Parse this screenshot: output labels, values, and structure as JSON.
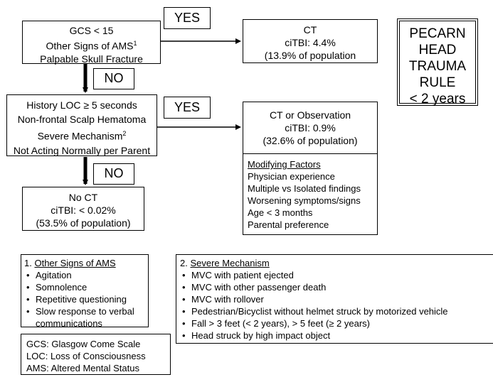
{
  "criteria1": {
    "line1": "GCS < 15",
    "line2": "Other Signs of AMS",
    "line2_sup": "1",
    "line3": "Palpable Skull Fracture"
  },
  "yes1": "YES",
  "no1": "NO",
  "ct_box": {
    "line1": "CT",
    "line2": "ciTBI: 4.4%",
    "line3": "(13.9% of population"
  },
  "title_box": {
    "line1": "PECARN",
    "line2": "HEAD",
    "line3": "TRAUMA",
    "line4": "RULE",
    "line5": "< 2 years"
  },
  "criteria2": {
    "line1": "History LOC ≥ 5 seconds",
    "line2": "Non-frontal Scalp Hematoma",
    "line3": "Severe Mechanism",
    "line3_sup": "2",
    "line4": "Not Acting Normally per Parent"
  },
  "yes2": "YES",
  "no2": "NO",
  "ct_obs_box": {
    "line1": "CT or Observation",
    "line2": "ciTBI: 0.9%",
    "line3": "(32.6% of population)"
  },
  "modifying": {
    "title": "Modifying Factors",
    "items": [
      "Physician experience",
      "Multiple vs Isolated findings",
      "Worsening symptoms/signs",
      "Age < 3 months",
      "Parental preference"
    ]
  },
  "no_ct_box": {
    "line1": "No CT",
    "line2": "ciTBI: < 0.02%",
    "line3": "(53.5% of population)"
  },
  "ams_note": {
    "number": "1.",
    "title": "Other Signs of AMS",
    "items": [
      "Agitation",
      "Somnolence",
      "Repetitive questioning",
      "Slow response to verbal communications"
    ]
  },
  "abbrev": {
    "items": [
      "GCS: Glasgow Come Scale",
      "LOC: Loss of Consciousness",
      "AMS: Altered Mental Status"
    ]
  },
  "mechanism_note": {
    "number": "2.",
    "title": "Severe Mechanism",
    "items": [
      "MVC with patient ejected",
      "MVC with other passenger death",
      "MVC with rollover",
      "Pedestrian/Bicyclist without helmet struck by motorized vehicle",
      "Fall > 3 feet (< 2 years), > 5 feet (≥ 2 years)",
      "Head struck by high impact object"
    ]
  }
}
